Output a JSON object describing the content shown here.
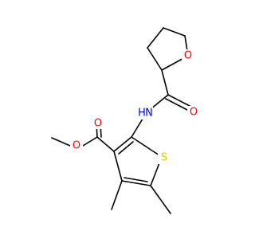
{
  "molecule": {
    "atoms": {
      "oxygen_thf": {
        "symbol": "O",
        "color": "#ff0000"
      },
      "nitrogen_amide": {
        "symbol": "N",
        "color": "#0000ff"
      },
      "hydrogen_amide": {
        "symbol": "H",
        "color": "#0000ff"
      },
      "oxygen_amide_carbonyl": {
        "symbol": "O",
        "color": "#ff0000"
      },
      "oxygen_ester_carbonyl": {
        "symbol": "O",
        "color": "#ff0000"
      },
      "oxygen_ester_single": {
        "symbol": "O",
        "color": "#ff0000"
      },
      "sulfur_thiophene": {
        "symbol": "S",
        "color": "#cccc00"
      }
    }
  }
}
